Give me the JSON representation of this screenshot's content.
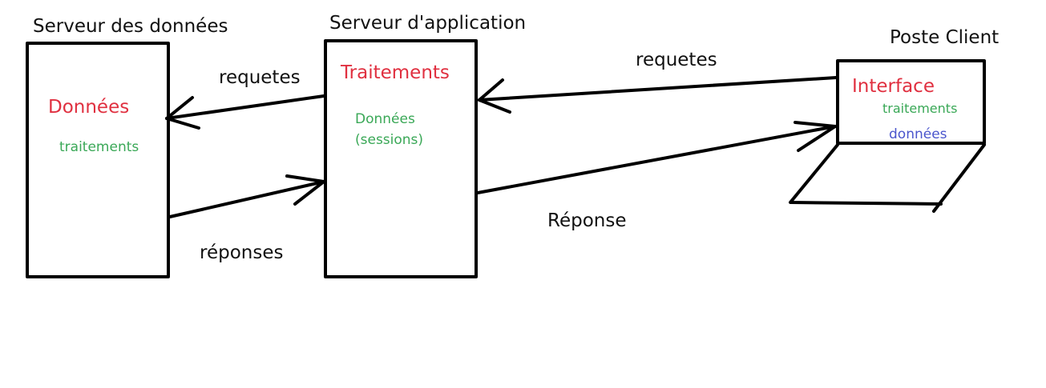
{
  "colors": {
    "stroke": "#000000",
    "text": "#111111",
    "red": "#e03040",
    "green": "#3aa857",
    "blue": "#4a55cc"
  },
  "data_server": {
    "title": "Serveur  des données",
    "main": "Données",
    "sub": "traitements"
  },
  "app_server": {
    "title": "Serveur d'application",
    "main": "Traitements",
    "sub_line1": "Données",
    "sub_line2": "(sessions)"
  },
  "client": {
    "title": "Poste Client",
    "main": "Interface",
    "sub1": "traitements",
    "sub2": "données"
  },
  "arrows": {
    "app_to_data_label": "requetes",
    "data_to_app_label": "réponses",
    "client_to_app_label": "requetes",
    "app_to_client_label": "Réponse"
  }
}
